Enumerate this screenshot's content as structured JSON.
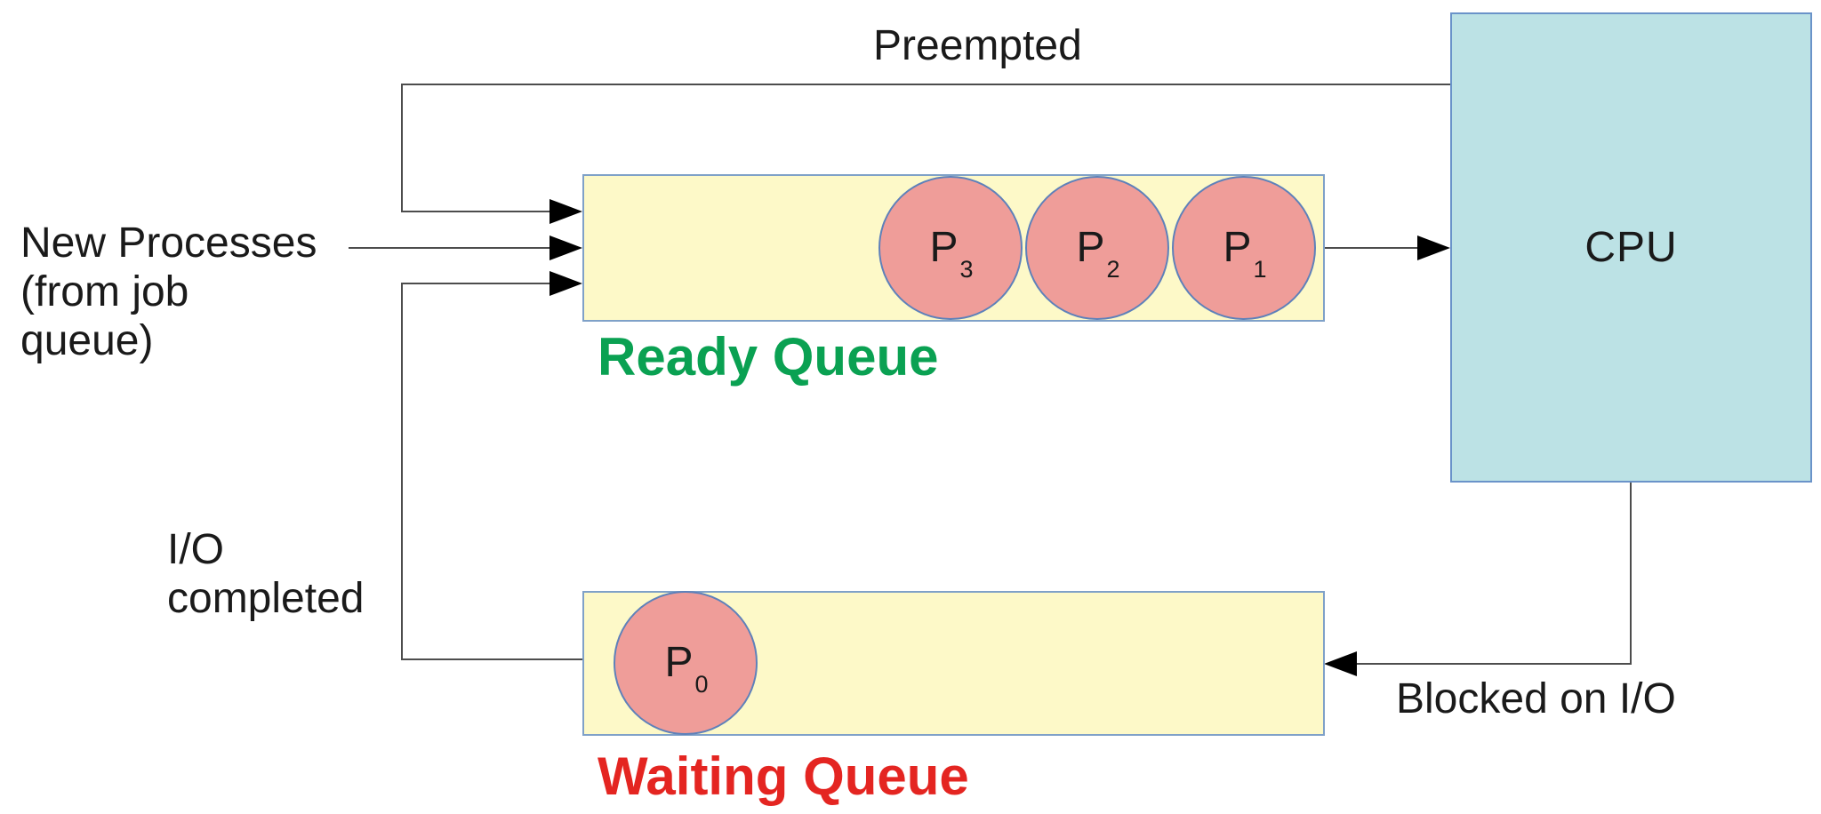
{
  "labels": {
    "preempted": "Preempted",
    "new_processes": "New Processes\n(from job\nqueue)",
    "io_completed": "I/O\ncompleted",
    "blocked_on_io": "Blocked on I/O",
    "cpu": "CPU",
    "ready_queue": "Ready Queue",
    "waiting_queue": "Waiting Queue"
  },
  "processes": {
    "ready": [
      {
        "name": "P",
        "sub": "3"
      },
      {
        "name": "P",
        "sub": "2"
      },
      {
        "name": "P",
        "sub": "1"
      }
    ],
    "waiting": [
      {
        "name": "P",
        "sub": "0"
      }
    ]
  },
  "colors": {
    "queue_fill": "#fdf9c8",
    "queue_border": "#7fa1c8",
    "cpu_fill": "#bce2e5",
    "cpu_border": "#6a93c9",
    "circle_fill": "#ef9d99",
    "circle_border": "#5e81ba",
    "ready_label_color": "#0aa152",
    "waiting_label_color": "#e42521",
    "line_color": "#4d4d4d",
    "arrow_color": "#000000",
    "text_color": "#1a1a1a"
  }
}
